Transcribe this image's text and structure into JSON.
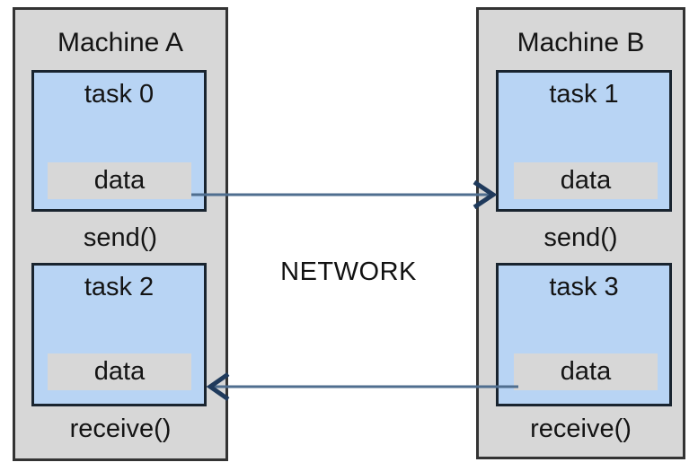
{
  "diagram": {
    "network_label": "NETWORK",
    "machines": [
      {
        "title": "Machine A",
        "tasks": [
          {
            "name": "task 0",
            "data_label": "data",
            "operation": "send()"
          },
          {
            "name": "task 2",
            "data_label": "data",
            "operation": "receive()"
          }
        ]
      },
      {
        "title": "Machine B",
        "tasks": [
          {
            "name": "task 1",
            "data_label": "data",
            "operation": "send()"
          },
          {
            "name": "task 3",
            "data_label": "data",
            "operation": "receive()"
          }
        ]
      }
    ],
    "arrows": [
      {
        "from": "task 0 data",
        "to": "task 1",
        "direction": "right"
      },
      {
        "from": "task 3 data",
        "to": "task 2",
        "direction": "left"
      }
    ],
    "colors": {
      "machine_fill": "#d7d7d7",
      "machine_border": "#333333",
      "task_fill": "#b8d4f4",
      "task_border": "#19242f",
      "data_fill": "#d7d7d7",
      "arrow_line": "#4f6e8f",
      "arrow_head": "#1f3a5c",
      "text": "#141414"
    }
  }
}
